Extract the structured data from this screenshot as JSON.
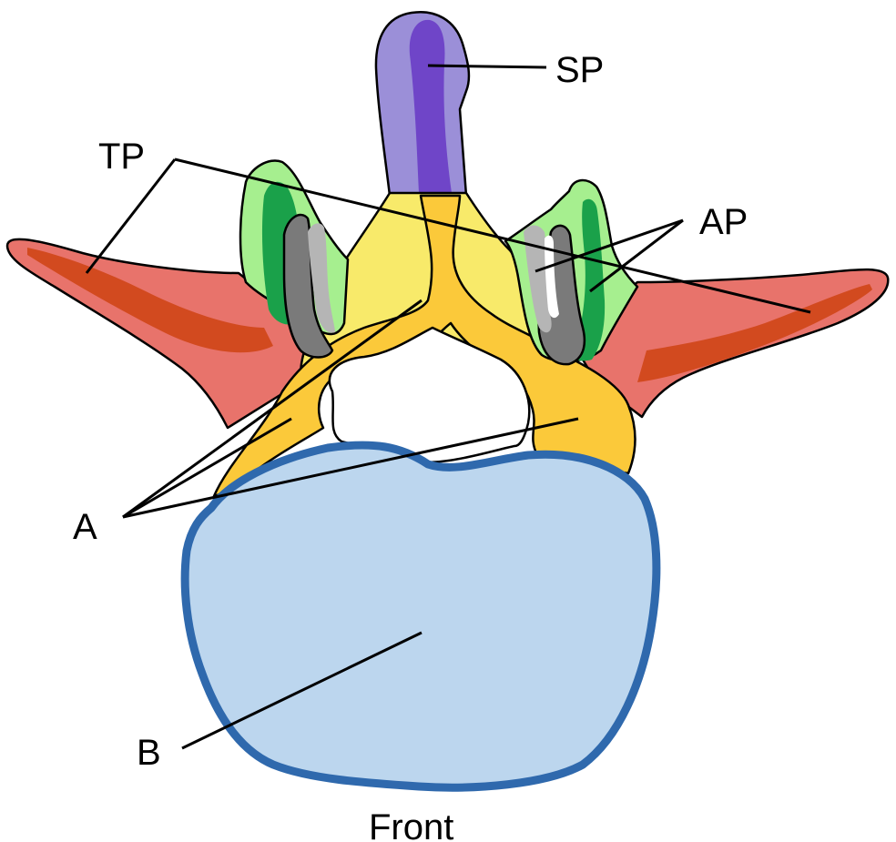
{
  "labels": {
    "sp": "SP",
    "tp": "TP",
    "ap": "AP",
    "a": "A",
    "b": "B",
    "front": "Front"
  },
  "colors": {
    "spinous_process": "#9b8fd8",
    "spinous_core": "#6f45c8",
    "lamina": "#f8ea6a",
    "pedicle": "#fbc93a",
    "transverse_process": "#e8736b",
    "transverse_core": "#d24a1f",
    "articular_light": "#a6ef8f",
    "articular_dark": "#1aa14a",
    "facet_dark": "#7a7a7a",
    "facet_light": "#b5b5b5",
    "body_fill": "#bcd6ee",
    "body_rim": "#2f69ad",
    "leader_line": "#000000"
  }
}
